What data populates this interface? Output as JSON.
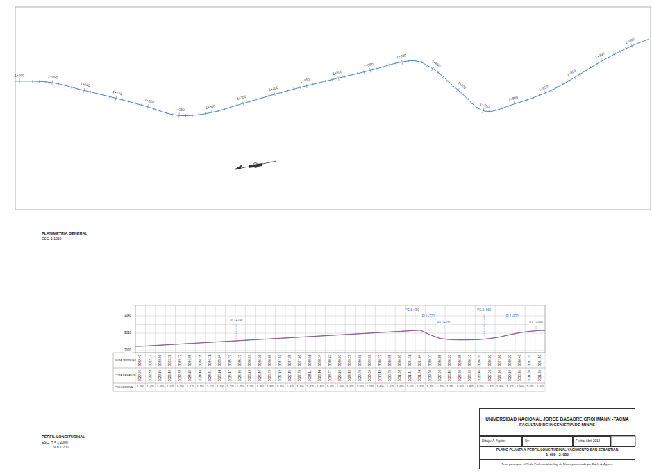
{
  "diagram": {
    "nodes": [
      {
        "text": [
          "UNIVERSIDAD NACIONAL JORGE BASADRE GROHMANN -TACNA",
          "FACULTAD DE INGENIERIA DE MINAS"
        ]
      },
      {
        "text": [
          "Dibujo: A. Aguirre"
        ]
      },
      {
        "text": [
          "Nv:"
        ]
      },
      {
        "text": [
          "Fecha: Abril 2012"
        ]
      },
      {
        "text": [
          "PLANO PLANTA Y PERFIL LONGITUDINAL YACIMIENTO SAN SEBASTIAN",
          "1+000 - 2+000"
        ]
      },
      {
        "text": [
          "Tesis para optar el Título Profesional de Ing. de Minas presentado por Bach. A. Aguirre"
        ]
      }
    ],
    "labels": [
      "PLANIMETRIA GENERAL",
      "ESC. 1:1250",
      "PERFIL LONGITUDINAL",
      "ESC. H = 1:2000",
      "V = 1:200",
      "COTA TERRENO",
      "COTA RASANTE",
      "PROGRESIVA",
      "3040",
      "3030",
      "3020",
      "1+000",
      "1+050",
      "1+100",
      "1+150",
      "1+200",
      "1+250",
      "1+300",
      "1+350",
      "1+400",
      "1+450",
      "1+500",
      "1+550",
      "1+600",
      "1+650",
      "1+700",
      "1+750",
      "1+800",
      "1+850",
      "1+900",
      "1+950",
      "2+000",
      "3022.40",
      "3022.73",
      "3023.06",
      "3023.39",
      "3023.72",
      "3024.05",
      "3024.38",
      "3024.71",
      "3025.04",
      "3025.37",
      "3025.70",
      "3026.03",
      "3026.36",
      "3026.69",
      "3027.02",
      "3027.35",
      "3027.68",
      "3028.01",
      "3028.34",
      "3028.67",
      "3029.00",
      "3029.33",
      "3029.66",
      "3029.99",
      "3030.32",
      "3030.65",
      "3030.98",
      "3031.31",
      "3031.64",
      "3029.10",
      "3026.85",
      "3026.20",
      "3026.05",
      "3026.10",
      "3026.30",
      "3026.90",
      "3027.80",
      "3029.20",
      "3030.40",
      "3031.10",
      "3031.50",
      "3022.50",
      "3022.83",
      "3023.16",
      "3023.49",
      "3023.82",
      "3024.15",
      "3024.48",
      "3024.81",
      "3025.14",
      "3025.47",
      "3025.80",
      "3026.13",
      "3026.46",
      "3026.79",
      "3027.12",
      "3027.45",
      "3027.78",
      "3028.11",
      "3028.44",
      "3028.77",
      "3029.10",
      "3029.43",
      "3029.76",
      "3030.09",
      "3030.42",
      "3030.75",
      "3031.08",
      "3031.41",
      "3031.74",
      "3029.00",
      "3027.00",
      "3026.40",
      "3026.20",
      "3026.20",
      "3026.40",
      "3027.00",
      "3027.90",
      "3029.10",
      "3030.30",
      "3031.00",
      "3031.60",
      "1+000",
      "1+025",
      "1+050",
      "1+075",
      "1+100",
      "1+125",
      "1+150",
      "1+175",
      "1+200",
      "1+225",
      "1+250",
      "1+275",
      "1+300",
      "1+325",
      "1+350",
      "1+375",
      "1+400",
      "1+425",
      "1+450",
      "1+475",
      "1+500",
      "1+525",
      "1+550",
      "1+575",
      "1+600",
      "1+625",
      "1+650",
      "1+675",
      "1+700",
      "1+725",
      "1+750",
      "1+775",
      "1+800",
      "1+825",
      "1+850",
      "1+875",
      "1+900",
      "1+925",
      "1+950",
      "1+975",
      "2+000",
      "PI 1+240",
      "PC 1+680",
      "PI 1+720",
      "PT 1+760",
      "PC 1+860",
      "PI 1+930",
      "PT 1+990"
    ]
  }
}
